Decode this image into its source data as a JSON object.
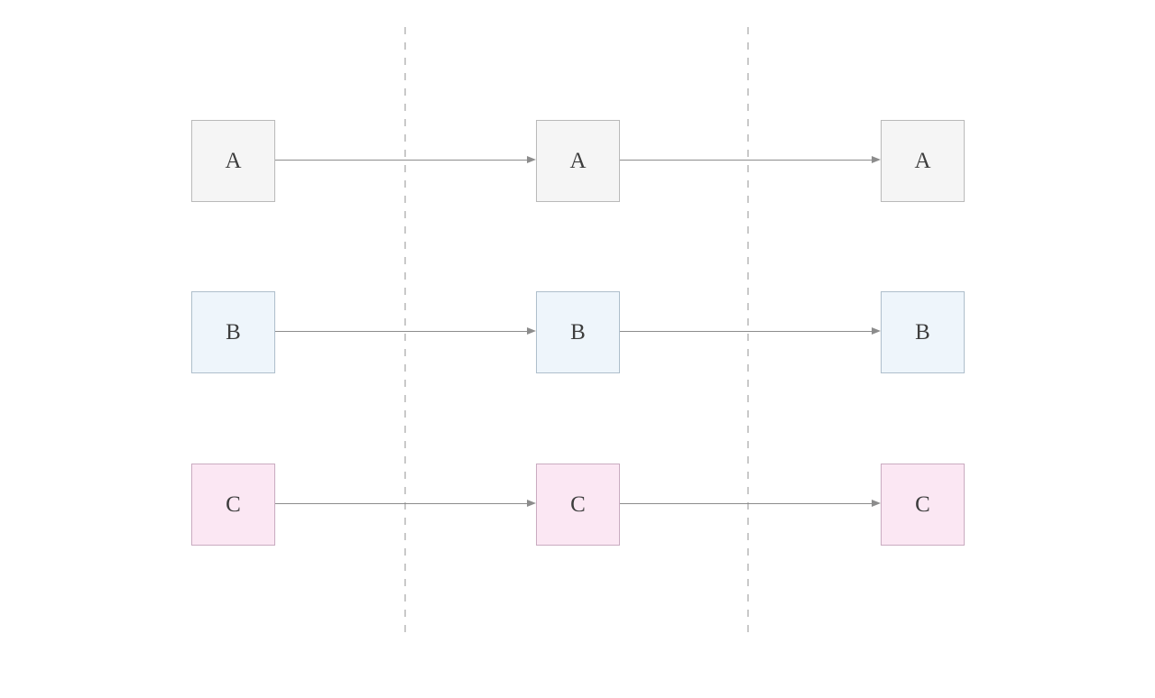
{
  "diagram": {
    "type": "flow-grid",
    "background": "#ffffff",
    "columns": 3,
    "separator_color": "#c9c9c9",
    "arrow_color": "#8c8c8c",
    "text_color": "#3d3d3d",
    "rows": [
      {
        "label": "A",
        "fill": "#f5f5f5",
        "stroke": "#b9b9b9"
      },
      {
        "label": "B",
        "fill": "#eef5fb",
        "stroke": "#aebecb"
      },
      {
        "label": "C",
        "fill": "#fbe7f3",
        "stroke": "#c9abc0"
      }
    ],
    "edges": [
      {
        "row": "A",
        "from_col": 1,
        "to_col": 2,
        "direction": "right"
      },
      {
        "row": "A",
        "from_col": 2,
        "to_col": 3,
        "direction": "right"
      },
      {
        "row": "B",
        "from_col": 1,
        "to_col": 2,
        "direction": "right"
      },
      {
        "row": "B",
        "from_col": 2,
        "to_col": 3,
        "direction": "right"
      },
      {
        "row": "C",
        "from_col": 1,
        "to_col": 2,
        "direction": "right"
      },
      {
        "row": "C",
        "from_col": 2,
        "to_col": 3,
        "direction": "right"
      }
    ],
    "separators": [
      {
        "between_cols": "1-2"
      },
      {
        "between_cols": "2-3"
      }
    ]
  }
}
